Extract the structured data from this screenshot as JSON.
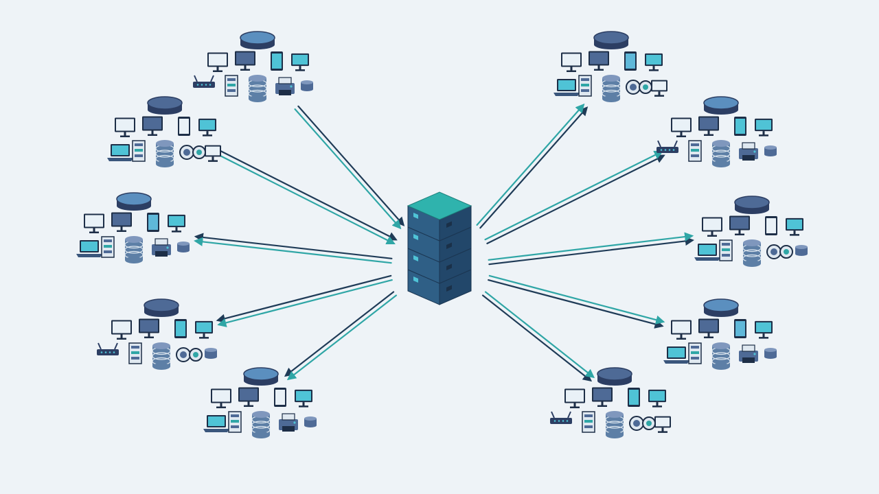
{
  "diagram": {
    "type": "hub-and-spoke network",
    "hub": {
      "name": "central-server-stack",
      "icon": "server-rack-icon",
      "units": 4
    },
    "clusters": [
      {
        "name": "cluster-top-left",
        "side": "left",
        "arrow_direction": "from-cluster-to-hub"
      },
      {
        "name": "cluster-upper-left",
        "side": "left",
        "arrow_direction": "from-cluster-to-hub"
      },
      {
        "name": "cluster-middle-left",
        "side": "left",
        "arrow_direction": "from-hub-to-cluster"
      },
      {
        "name": "cluster-lower-left",
        "side": "left",
        "arrow_direction": "from-hub-to-cluster"
      },
      {
        "name": "cluster-bottom-left",
        "side": "left",
        "arrow_direction": "from-hub-to-cluster"
      },
      {
        "name": "cluster-top-right",
        "side": "right",
        "arrow_direction": "from-hub-to-cluster"
      },
      {
        "name": "cluster-upper-right",
        "side": "right",
        "arrow_direction": "from-hub-to-cluster"
      },
      {
        "name": "cluster-middle-right",
        "side": "right",
        "arrow_direction": "from-hub-to-cluster"
      },
      {
        "name": "cluster-lower-right",
        "side": "right",
        "arrow_direction": "from-hub-to-cluster"
      },
      {
        "name": "cluster-bottom-right",
        "side": "right",
        "arrow_direction": "from-hub-to-cluster"
      }
    ],
    "device_icons": [
      "database-icon",
      "monitor-icon",
      "laptop-icon",
      "tablet-icon",
      "printer-icon",
      "router-icon",
      "camera-icon",
      "server-icon"
    ]
  },
  "colors": {
    "background": "#eef3f7",
    "teal": "#2fa6a6",
    "navy": "#1f3b57",
    "slate_blue": "#4e6a96",
    "steel": "#5d7fa6",
    "cyan_screen": "#4fc3d6",
    "hub_top": "#2fb3ad",
    "hub_front": "#2f5f86",
    "hub_side": "#22476a"
  }
}
